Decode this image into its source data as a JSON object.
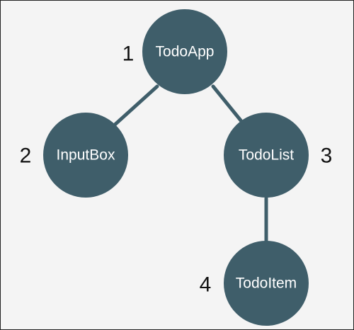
{
  "colors": {
    "node_fill": "#3f5e6a"
  },
  "nodes": [
    {
      "id": "todoapp",
      "label": "TodoApp",
      "number": "1"
    },
    {
      "id": "inputbox",
      "label": "InputBox",
      "number": "2"
    },
    {
      "id": "todolist",
      "label": "TodoList",
      "number": "3"
    },
    {
      "id": "todoitem",
      "label": "TodoItem",
      "number": "4"
    }
  ],
  "edges": [
    {
      "from": "todoapp",
      "to": "inputbox"
    },
    {
      "from": "todoapp",
      "to": "todolist"
    },
    {
      "from": "todolist",
      "to": "todoitem"
    }
  ]
}
